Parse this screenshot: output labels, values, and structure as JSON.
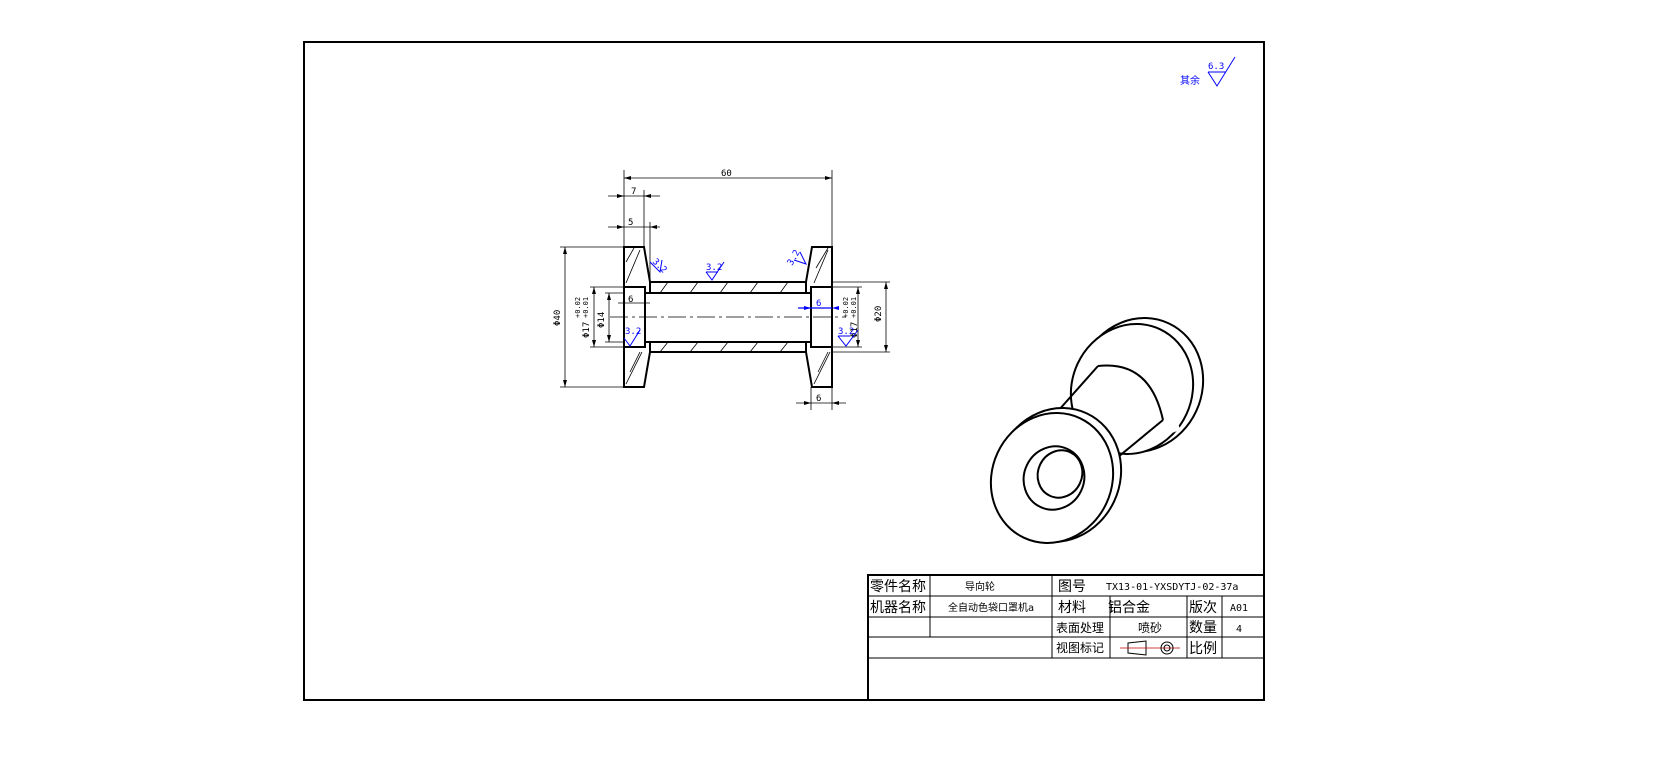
{
  "sheet": {
    "other_label": "其余",
    "other_roughness": "6.3"
  },
  "dims": {
    "overall_length": "60",
    "d7": "7",
    "d5": "5",
    "d6_left": "6",
    "d6_right": "6",
    "d6_bottom": "6",
    "phi40": "Φ40",
    "phi17_left": "Φ17",
    "phi17_left_tol_up": "+0.02",
    "phi17_left_tol_low": "+0.01",
    "phi14": "Φ14",
    "phi17_right": "Φ17",
    "phi17_right_tol_up": "+0.02",
    "phi17_right_tol_low": "+0.01",
    "phi20": "Φ20"
  },
  "roughness": {
    "r1": "3.2",
    "r2": "3.2",
    "r3": "3.2",
    "r4": "3.2",
    "r5": "3.2"
  },
  "title_block": {
    "part_name_label": "零件名称",
    "part_name_value": "导向轮",
    "drawing_no_label": "图号",
    "drawing_no_value": "TX13-01-YXSDYTJ-02-37a",
    "machine_name_label": "机器名称",
    "machine_name_value": "全自动色袋口罩机a",
    "material_label": "材料",
    "material_value": "铝合金",
    "revision_label": "版次",
    "revision_value": "A01",
    "surface_label": "表面处理",
    "surface_value": "喷砂",
    "quantity_label": "数量",
    "quantity_value": "4",
    "view_mark_label": "视图标记",
    "scale_label": "比例",
    "scale_value": ""
  },
  "colors": {
    "line": "#000000",
    "annotation": "#0000ff",
    "background": "#ffffff"
  }
}
